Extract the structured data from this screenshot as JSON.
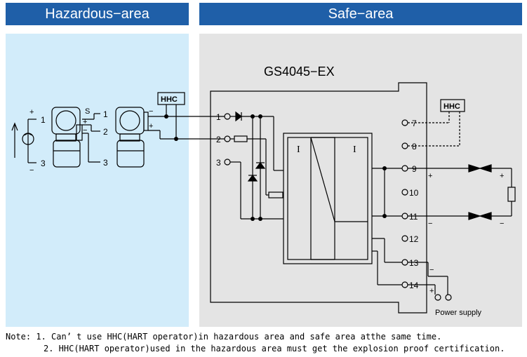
{
  "header": {
    "hazardous_label": "Hazardous−area",
    "safe_label": "Safe−area"
  },
  "colors": {
    "header_bg": "#1f5fa8",
    "hazardous_bg": "#d2ecfa",
    "safe_bg": "#e4e4e4"
  },
  "device": {
    "model": "GS4045−EX",
    "channel_mark_left": "I",
    "channel_mark_right": "I"
  },
  "hhc_label": "HHC",
  "terminals": {
    "input": [
      "1",
      "2",
      "3"
    ],
    "output": [
      "7",
      "8",
      "9",
      "10",
      "11",
      "12",
      "13",
      "14"
    ]
  },
  "transmitter_labels": {
    "plus": "+",
    "minus": "−",
    "t1": "1",
    "t3": "3",
    "s": "S",
    "s1": "1",
    "s2": "2",
    "s3": "3",
    "tx2_minus": "−",
    "tx2_plus": "+"
  },
  "load_labels": {
    "left_plus": "+",
    "left_minus": "−",
    "right_plus": "+",
    "right_minus": "−"
  },
  "power_supply": {
    "label": "Power supply",
    "minus": "−",
    "plus": "+"
  },
  "notes": {
    "n1": "Note: 1. Can’ t use HHC(HART operator)in hazardous area and safe area atthe same time.",
    "n2": "2. HHC(HART operator)used in the hazardous area must get the explosion proof certification."
  }
}
